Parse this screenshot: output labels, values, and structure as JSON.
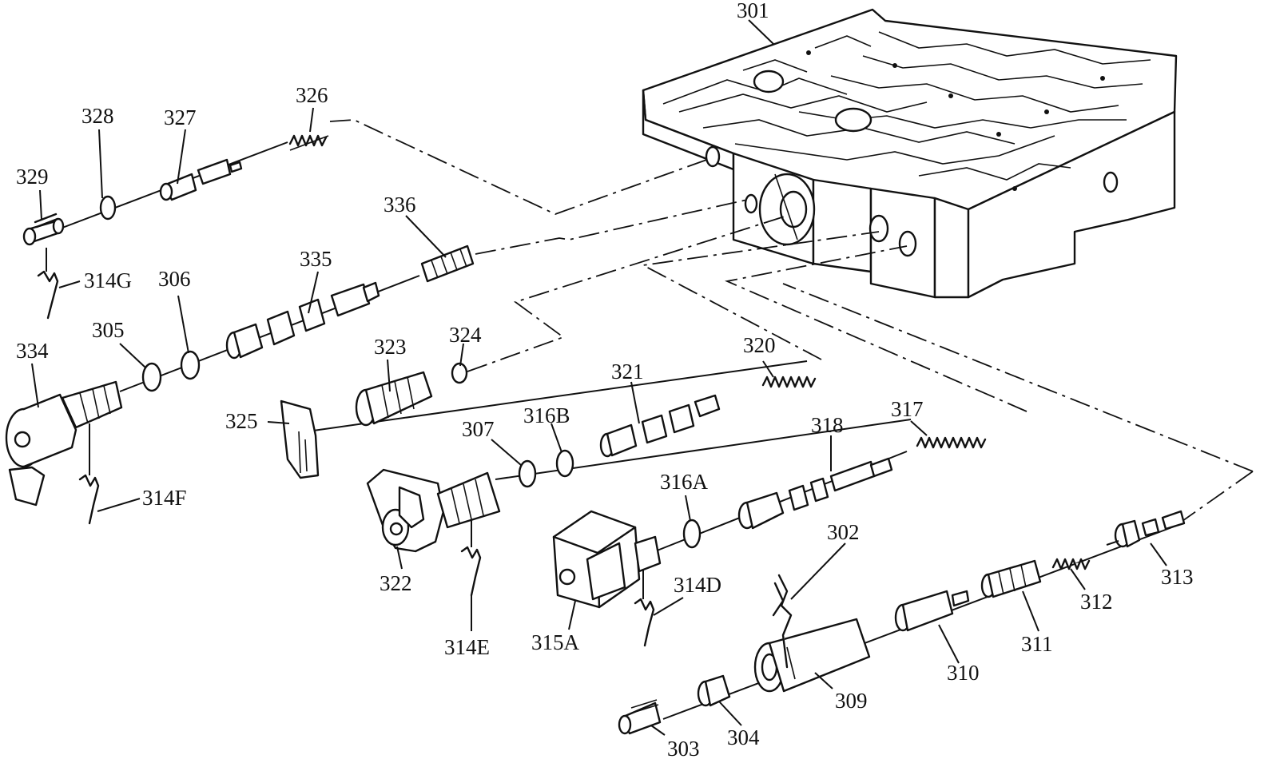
{
  "labels": {
    "p301": "301",
    "p326": "326",
    "p327": "327",
    "p328": "328",
    "p329": "329",
    "p336": "336",
    "p335": "335",
    "p314G": "314G",
    "p306": "306",
    "p305": "305",
    "p334": "334",
    "p324": "324",
    "p323": "323",
    "p325": "325",
    "p314F": "314F",
    "p320": "320",
    "p321": "321",
    "p316B": "316B",
    "p307": "307",
    "p322": "322",
    "p314E": "314E",
    "p318": "318",
    "p317": "317",
    "p316A": "316A",
    "p315A": "315A",
    "p314D": "314D",
    "p302": "302",
    "p313": "313",
    "p312": "312",
    "p311": "311",
    "p310": "310",
    "p309": "309",
    "p304": "304",
    "p303": "303"
  }
}
